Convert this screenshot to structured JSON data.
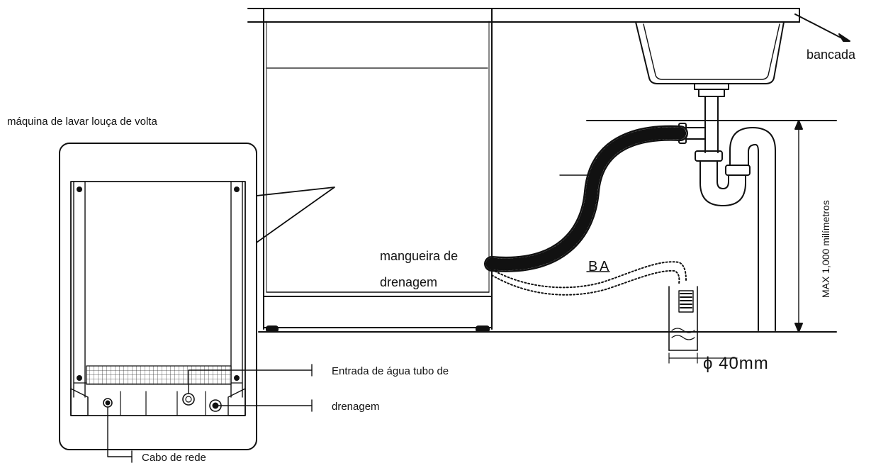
{
  "labels": {
    "countertop": "bancada",
    "back_view_title": "máquina de lavar louça de volta",
    "drain_hose": "mangueira de",
    "drain_hose_2": "drenagem",
    "marker_a": "A",
    "marker_b": "B",
    "max_height": "MAX 1,000 milímetros",
    "pipe_diameter": "ϕ 40mm",
    "water_inlet": "Entrada de água tubo de",
    "drain_outlet": "drenagem",
    "power_cable": "Cabo de rede"
  },
  "colors": {
    "line": "#111111",
    "background": "#ffffff"
  }
}
